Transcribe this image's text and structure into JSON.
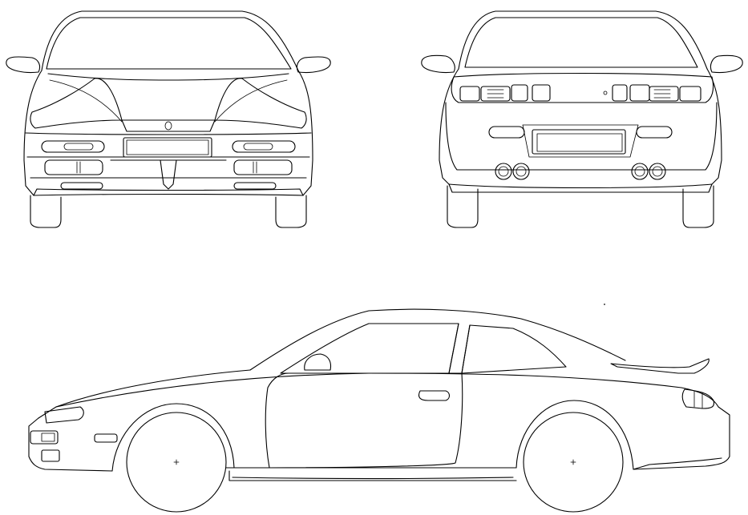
{
  "drawing": {
    "views": [
      {
        "id": "front",
        "name": "front-view"
      },
      {
        "id": "rear",
        "name": "rear-view"
      },
      {
        "id": "side",
        "name": "side-view"
      }
    ],
    "line_color": "#000000",
    "background": "#ffffff"
  }
}
